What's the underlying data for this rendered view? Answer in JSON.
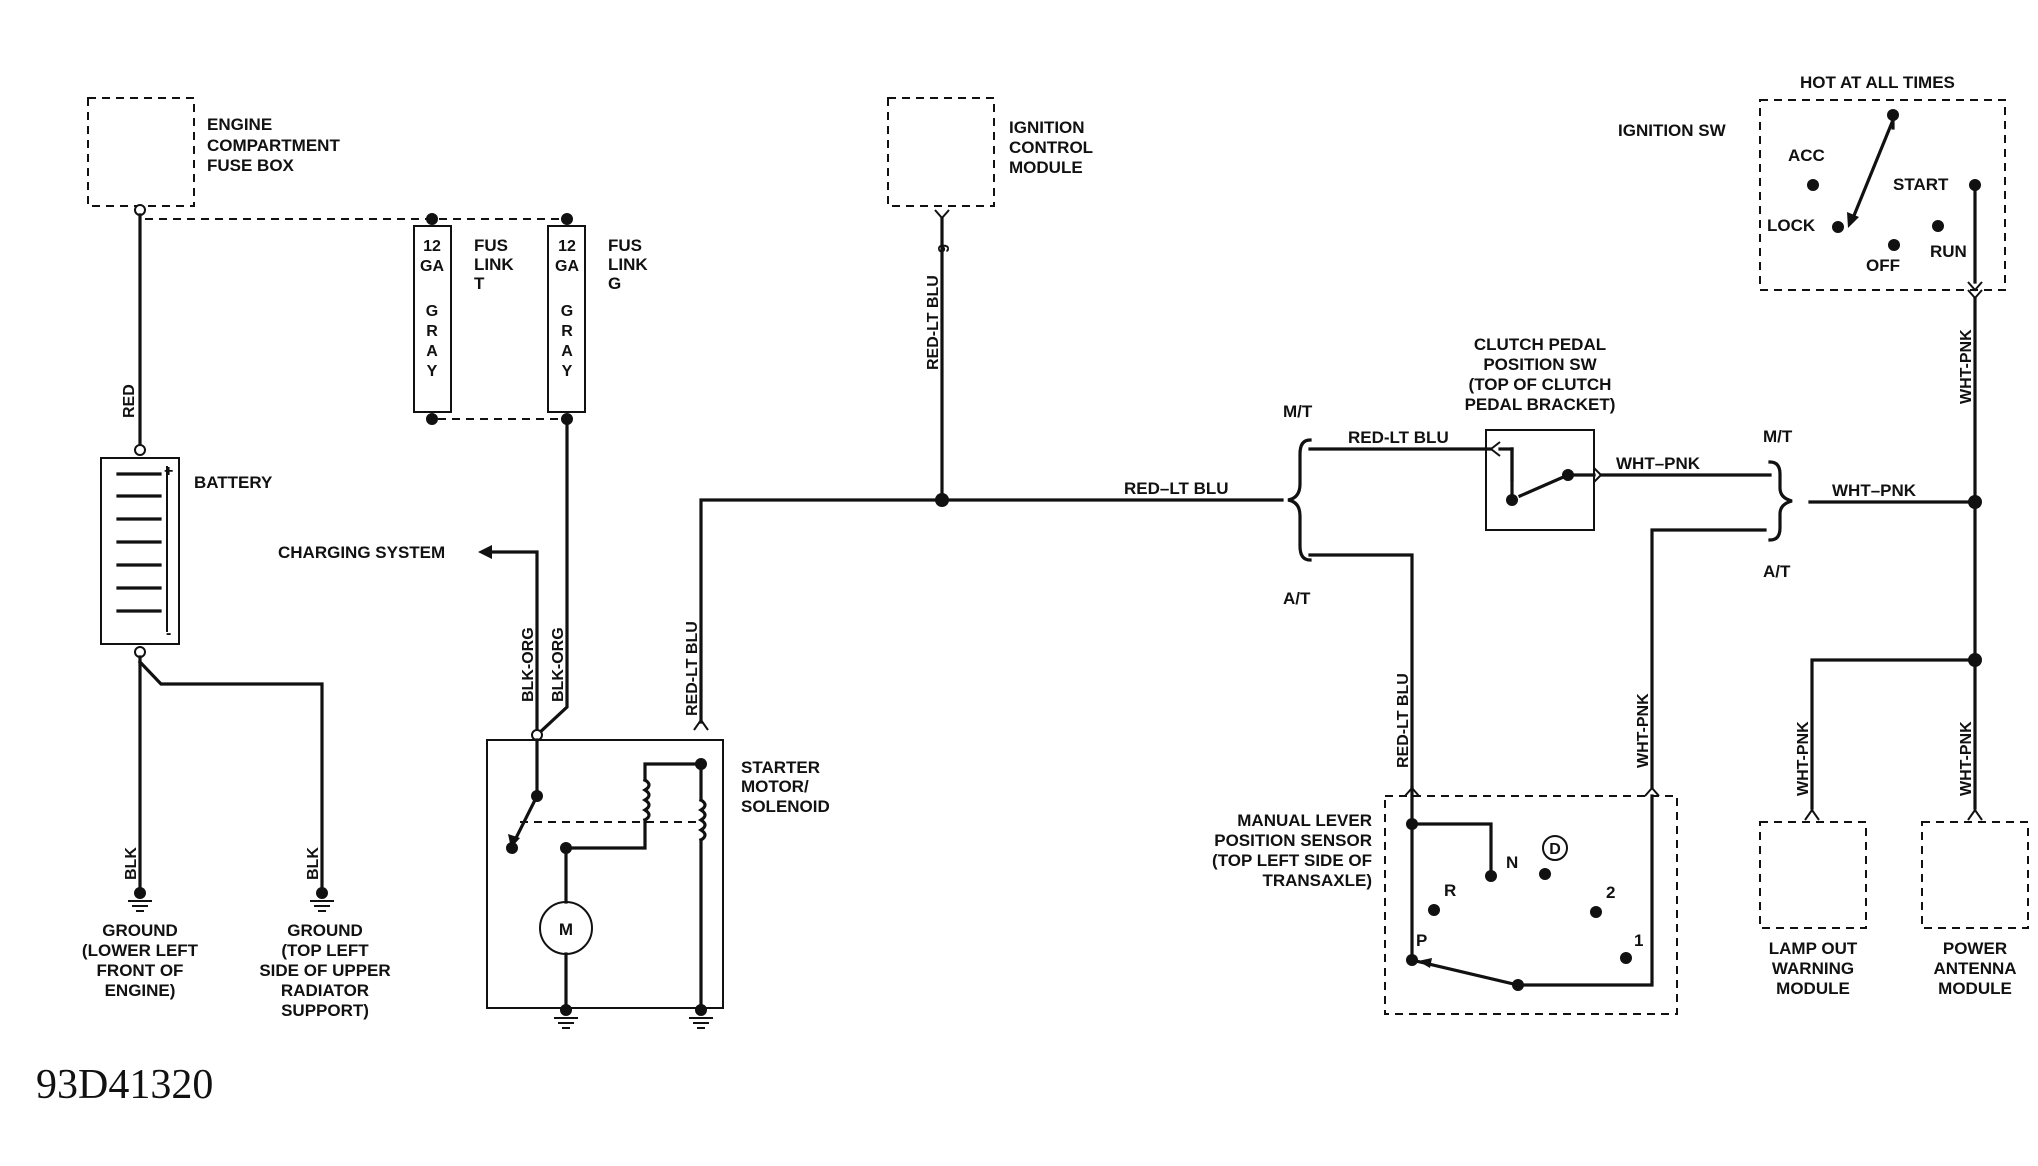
{
  "engine_fuse_box": [
    "ENGINE",
    "COMPARTMENT",
    "FUSE BOX"
  ],
  "battery": {
    "label": "BATTERY",
    "plus": "+",
    "minus": "-"
  },
  "charging_system": "CHARGING SYSTEM",
  "fuse_link_t": {
    "gauge": [
      "12",
      "GA"
    ],
    "color": [
      "G",
      "R",
      "A",
      "Y"
    ],
    "label": [
      "FUS",
      "LINK",
      "T"
    ]
  },
  "fuse_link_g": {
    "gauge": [
      "12",
      "GA"
    ],
    "color": [
      "G",
      "R",
      "A",
      "Y"
    ],
    "label": [
      "FUS",
      "LINK",
      "G"
    ]
  },
  "ignition_module": {
    "label": [
      "IGNITION",
      "CONTROL",
      "MODULE"
    ],
    "pin": "6"
  },
  "ignition_sw": {
    "title": "IGNITION SW",
    "hot": "HOT AT ALL TIMES",
    "positions": {
      "acc": "ACC",
      "lock": "LOCK",
      "start": "START",
      "run": "RUN",
      "off": "OFF"
    }
  },
  "clutch_sw": {
    "label": [
      "CLUTCH PEDAL",
      "POSITION SW",
      "(TOP OF CLUTCH",
      "PEDAL BRACKET)"
    ]
  },
  "starter": {
    "label": [
      "STARTER",
      "MOTOR/",
      "SOLENOID"
    ],
    "motor": "M"
  },
  "range_sensor": {
    "label": [
      "MANUAL LEVER",
      "POSITION SENSOR",
      "(TOP LEFT SIDE OF",
      "TRANSAXLE)"
    ],
    "positions": {
      "p": "P",
      "r": "R",
      "n": "N",
      "d": "D",
      "two": "2",
      "one": "1"
    }
  },
  "ground_1": [
    "GROUND",
    "(LOWER LEFT",
    "FRONT OF",
    "ENGINE)"
  ],
  "ground_2": [
    "GROUND",
    "(TOP LEFT",
    "SIDE OF UPPER",
    "RADIATOR",
    "SUPPORT)"
  ],
  "lamp_out": [
    "LAMP OUT",
    "WARNING",
    "MODULE"
  ],
  "power_antenna": [
    "POWER",
    "ANTENNA",
    "MODULE"
  ],
  "transmission": {
    "mt": "M/T",
    "at": "A/T"
  },
  "wires": {
    "red": "RED",
    "blk": "BLK",
    "blk_org": "BLK-ORG",
    "red_lt_blu": "RED-LT BLU",
    "red_lt_blu_h": "RED–LT BLU",
    "wht_pnk": "WHT-PNK",
    "wht_pnk_h": "WHT–PNK"
  },
  "figure_code": "93D41320"
}
